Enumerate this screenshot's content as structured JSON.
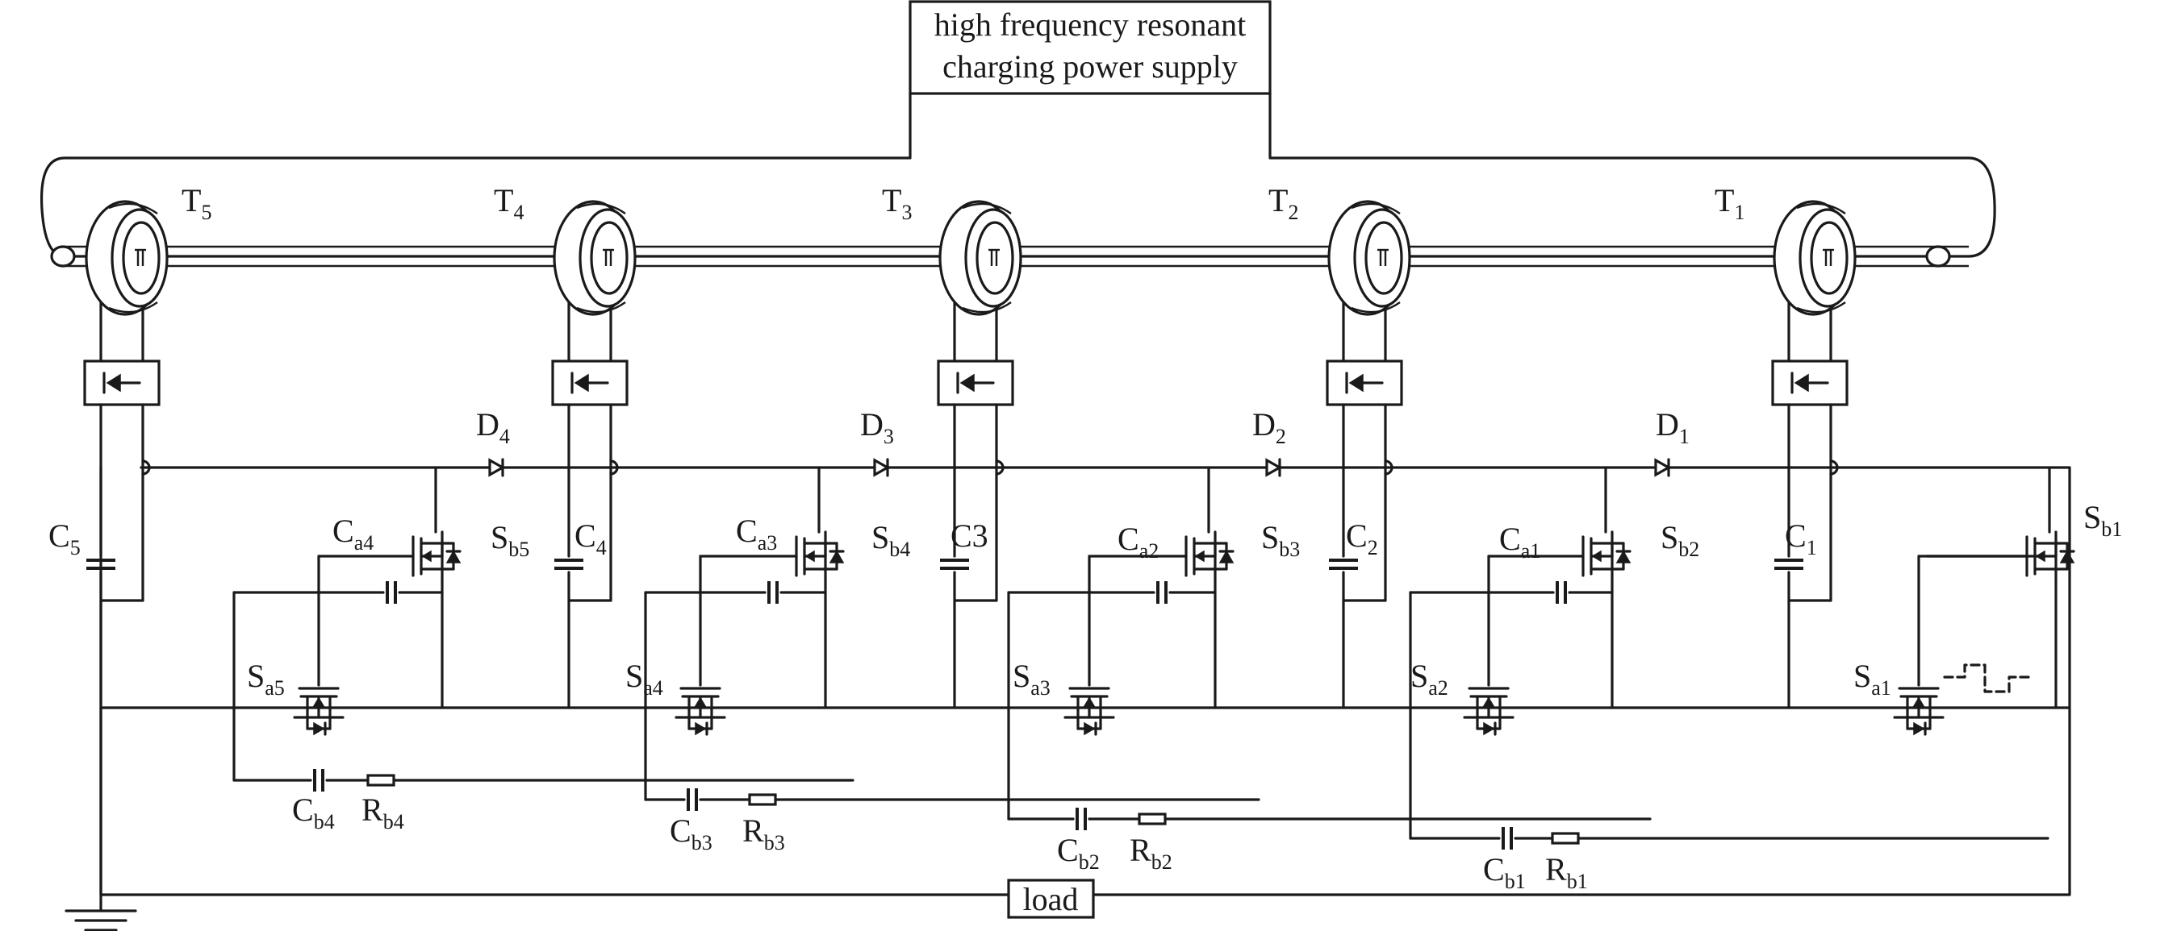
{
  "supply": {
    "line1": "high frequency resonant",
    "line2": "charging power supply"
  },
  "transformers": [
    {
      "main": "T",
      "sub": "5"
    },
    {
      "main": "T",
      "sub": "4"
    },
    {
      "main": "T",
      "sub": "3"
    },
    {
      "main": "T",
      "sub": "2"
    },
    {
      "main": "T",
      "sub": "1"
    }
  ],
  "diodes": [
    {
      "main": "D",
      "sub": "4"
    },
    {
      "main": "D",
      "sub": "3"
    },
    {
      "main": "D",
      "sub": "2"
    },
    {
      "main": "D",
      "sub": "1"
    }
  ],
  "capacitors": [
    {
      "main": "C",
      "sub": "5"
    },
    {
      "main": "C",
      "sub": "4"
    },
    {
      "main": "C3",
      "sub": ""
    },
    {
      "main": "C",
      "sub": "2"
    },
    {
      "main": "C",
      "sub": "1"
    }
  ],
  "sb": [
    {
      "main": "S",
      "sub": "b5"
    },
    {
      "main": "S",
      "sub": "b4"
    },
    {
      "main": "S",
      "sub": "b3"
    },
    {
      "main": "S",
      "sub": "b2"
    },
    {
      "main": "S",
      "sub": "b1"
    }
  ],
  "sa": [
    {
      "main": "S",
      "sub": "a5"
    },
    {
      "main": "S",
      "sub": "a4"
    },
    {
      "main": "S",
      "sub": "a3"
    },
    {
      "main": "S",
      "sub": "a2"
    },
    {
      "main": "S",
      "sub": "a1"
    }
  ],
  "ca": [
    {
      "main": "C",
      "sub": "a4"
    },
    {
      "main": "C",
      "sub": "a3"
    },
    {
      "main": "C",
      "sub": "a2"
    },
    {
      "main": "C",
      "sub": "a1"
    }
  ],
  "cb": [
    {
      "main": "C",
      "sub": "b4"
    },
    {
      "main": "C",
      "sub": "b3"
    },
    {
      "main": "C",
      "sub": "b2"
    },
    {
      "main": "C",
      "sub": "b1"
    }
  ],
  "rb": [
    {
      "main": "R",
      "sub": "b4"
    },
    {
      "main": "R",
      "sub": "b3"
    },
    {
      "main": "R",
      "sub": "b2"
    },
    {
      "main": "R",
      "sub": "b1"
    }
  ],
  "load": "load"
}
